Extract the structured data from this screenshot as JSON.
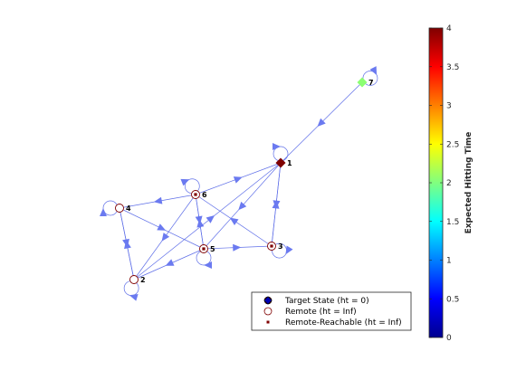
{
  "nodes": [
    {
      "id": "1",
      "label": "1",
      "category": "target",
      "color": "#7f0000"
    },
    {
      "id": "2",
      "label": "2",
      "category": "remote"
    },
    {
      "id": "3",
      "label": "3",
      "category": "remote-reachable",
      "color": "#7f0000"
    },
    {
      "id": "4",
      "label": "4",
      "category": "remote"
    },
    {
      "id": "5",
      "label": "5",
      "category": "remote-reachable",
      "color": "#7f0000"
    },
    {
      "id": "6",
      "label": "6",
      "category": "remote-reachable",
      "color": "#7f0000"
    },
    {
      "id": "7",
      "label": "7",
      "category": "target",
      "color": "#8cff73"
    }
  ],
  "edges": [
    {
      "from": "7",
      "to": "1"
    },
    {
      "from": "6",
      "to": "1"
    },
    {
      "from": "6",
      "to": "4"
    },
    {
      "from": "4",
      "to": "2"
    },
    {
      "from": "2",
      "to": "4"
    },
    {
      "from": "4",
      "to": "5"
    },
    {
      "from": "6",
      "to": "2"
    },
    {
      "from": "6",
      "to": "5"
    },
    {
      "from": "5",
      "to": "6"
    },
    {
      "from": "5",
      "to": "3"
    },
    {
      "from": "1",
      "to": "5"
    },
    {
      "from": "1",
      "to": "3"
    },
    {
      "from": "3",
      "to": "1"
    },
    {
      "from": "3",
      "to": "6"
    },
    {
      "from": "2",
      "to": "1"
    },
    {
      "from": "5",
      "to": "2"
    }
  ],
  "self_loops": [
    "1",
    "2",
    "3",
    "4",
    "5",
    "6",
    "7"
  ],
  "colors": {
    "edge": "#5f6fe8",
    "arrow": "#6b7af0"
  },
  "colorbar": {
    "label": "Expected Hitting Time",
    "min": 0,
    "max": 4,
    "ticks": [
      "0",
      "0.5",
      "1",
      "1.5",
      "2",
      "2.5",
      "3",
      "3.5",
      "4"
    ],
    "colormap": "jet"
  },
  "legend": {
    "placement": "bottom-right",
    "items": [
      {
        "label": "Target State (ht = 0)",
        "marker": "diamond-circle"
      },
      {
        "label": "Remote (ht = Inf)",
        "marker": "open-circle"
      },
      {
        "label": "Remote-Reachable (ht = Inf)",
        "marker": "small-square"
      }
    ]
  }
}
